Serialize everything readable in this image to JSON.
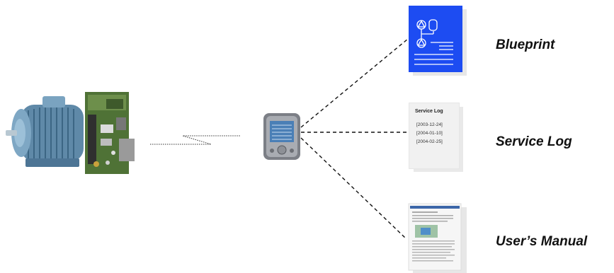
{
  "documents": [
    {
      "label": "Blueprint"
    },
    {
      "label": "Service Log"
    },
    {
      "label": "User’s Manual"
    }
  ],
  "service_log_card": {
    "title": "Service Log",
    "entries": [
      "[2003-12-24]",
      "[2004-01-10]",
      "[2004-02-25]"
    ]
  },
  "colors": {
    "blueprint_bg": "#1d4cf2",
    "motor": "#6c95b3",
    "pcb": "#5d7d3b",
    "pda_body": "#7c7f86",
    "pda_screen": "#4a7fb6"
  }
}
